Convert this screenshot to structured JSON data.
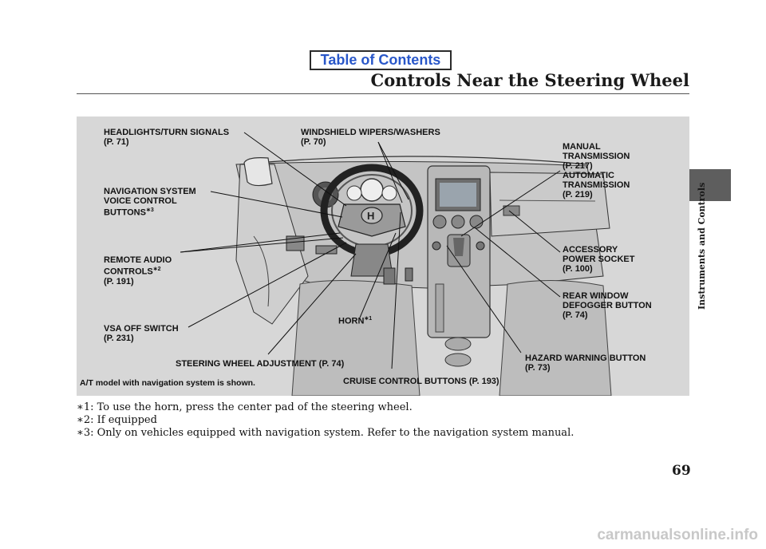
{
  "header": {
    "toc_link": "Table of Contents",
    "title": "Controls Near the Steering Wheel"
  },
  "side_tab": {
    "text": "Instruments and Controls"
  },
  "figure": {
    "labels": {
      "headlights": "HEADLIGHTS/TURN SIGNALS\n(P. 71)",
      "wipers": "WINDSHIELD WIPERS/WASHERS\n(P. 70)",
      "transmission": "MANUAL\nTRANSMISSION\n(P. 217)\nAUTOMATIC\nTRANSMISSION\n(P. 219)",
      "navigation": "NAVIGATION SYSTEM\nVOICE CONTROL\nBUTTONS",
      "navigation_mark": "∗3",
      "accessory": "ACCESSORY\nPOWER SOCKET\n(P. 100)",
      "audio_line1": "REMOTE AUDIO",
      "audio_line2": "CONTROLS",
      "audio_mark": "∗2",
      "audio_line3": "(P. 191)",
      "defogger": "REAR WINDOW\nDEFOGGER BUTTON\n(P. 74)",
      "horn": "HORN",
      "horn_mark": "∗1",
      "vsa": "VSA OFF SWITCH\n(P. 231)",
      "steering_adj": "STEERING WHEEL ADJUSTMENT (P. 74)",
      "hazard": "HAZARD WARNING BUTTON\n(P. 73)",
      "cruise": "CRUISE CONTROL BUTTONS (P. 193)",
      "caption": "A/T model with navigation system is shown."
    }
  },
  "footnotes": [
    "∗1: To use the horn, press the center pad of the steering wheel.",
    "∗2: If equipped",
    "∗3: Only on vehicles equipped with navigation system. Refer to the navigation system manual."
  ],
  "page_number": "69",
  "watermark": "carmanualsonline.info"
}
